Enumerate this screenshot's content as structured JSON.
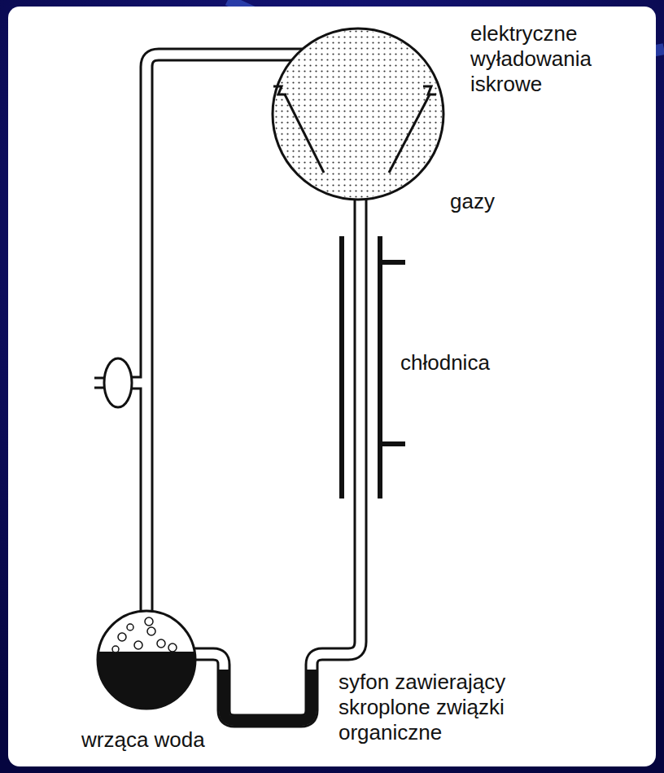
{
  "diagram": {
    "labels": [
      "elektryczne wyładowania iskrowe",
      "gazy",
      "chłodnica",
      "syfon zawierający skroplone związki organiczne",
      "wrząca woda"
    ]
  }
}
